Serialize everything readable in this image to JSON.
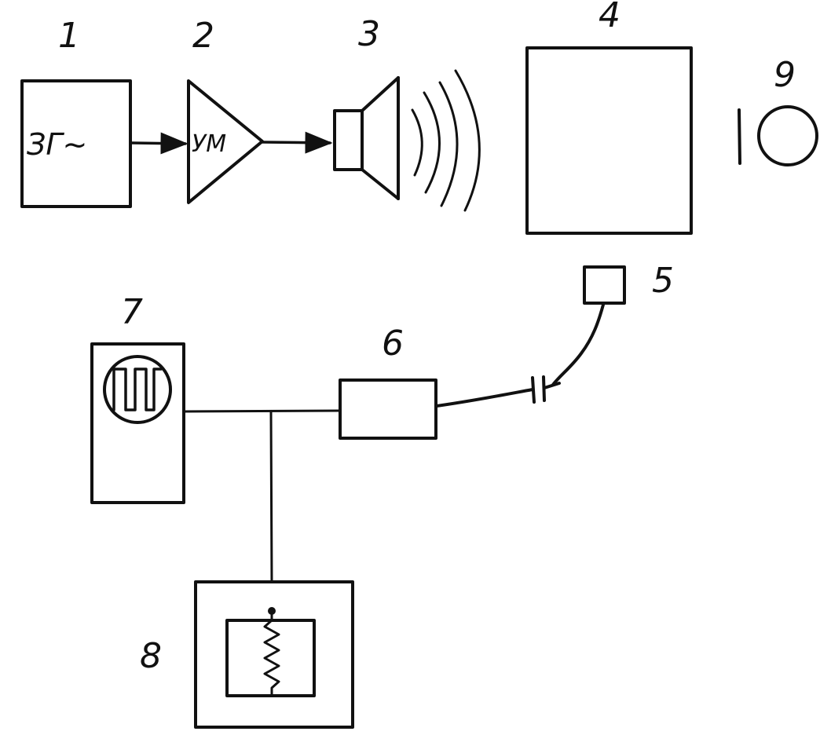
{
  "labels": {
    "n1": "1",
    "n2": "2",
    "n3": "3",
    "n4": "4",
    "n5": "5",
    "n6": "6",
    "n7": "7",
    "n8": "8",
    "n9": "9"
  },
  "blocks": {
    "generator_text": "ЗГ~",
    "amplifier_text": "УМ"
  }
}
